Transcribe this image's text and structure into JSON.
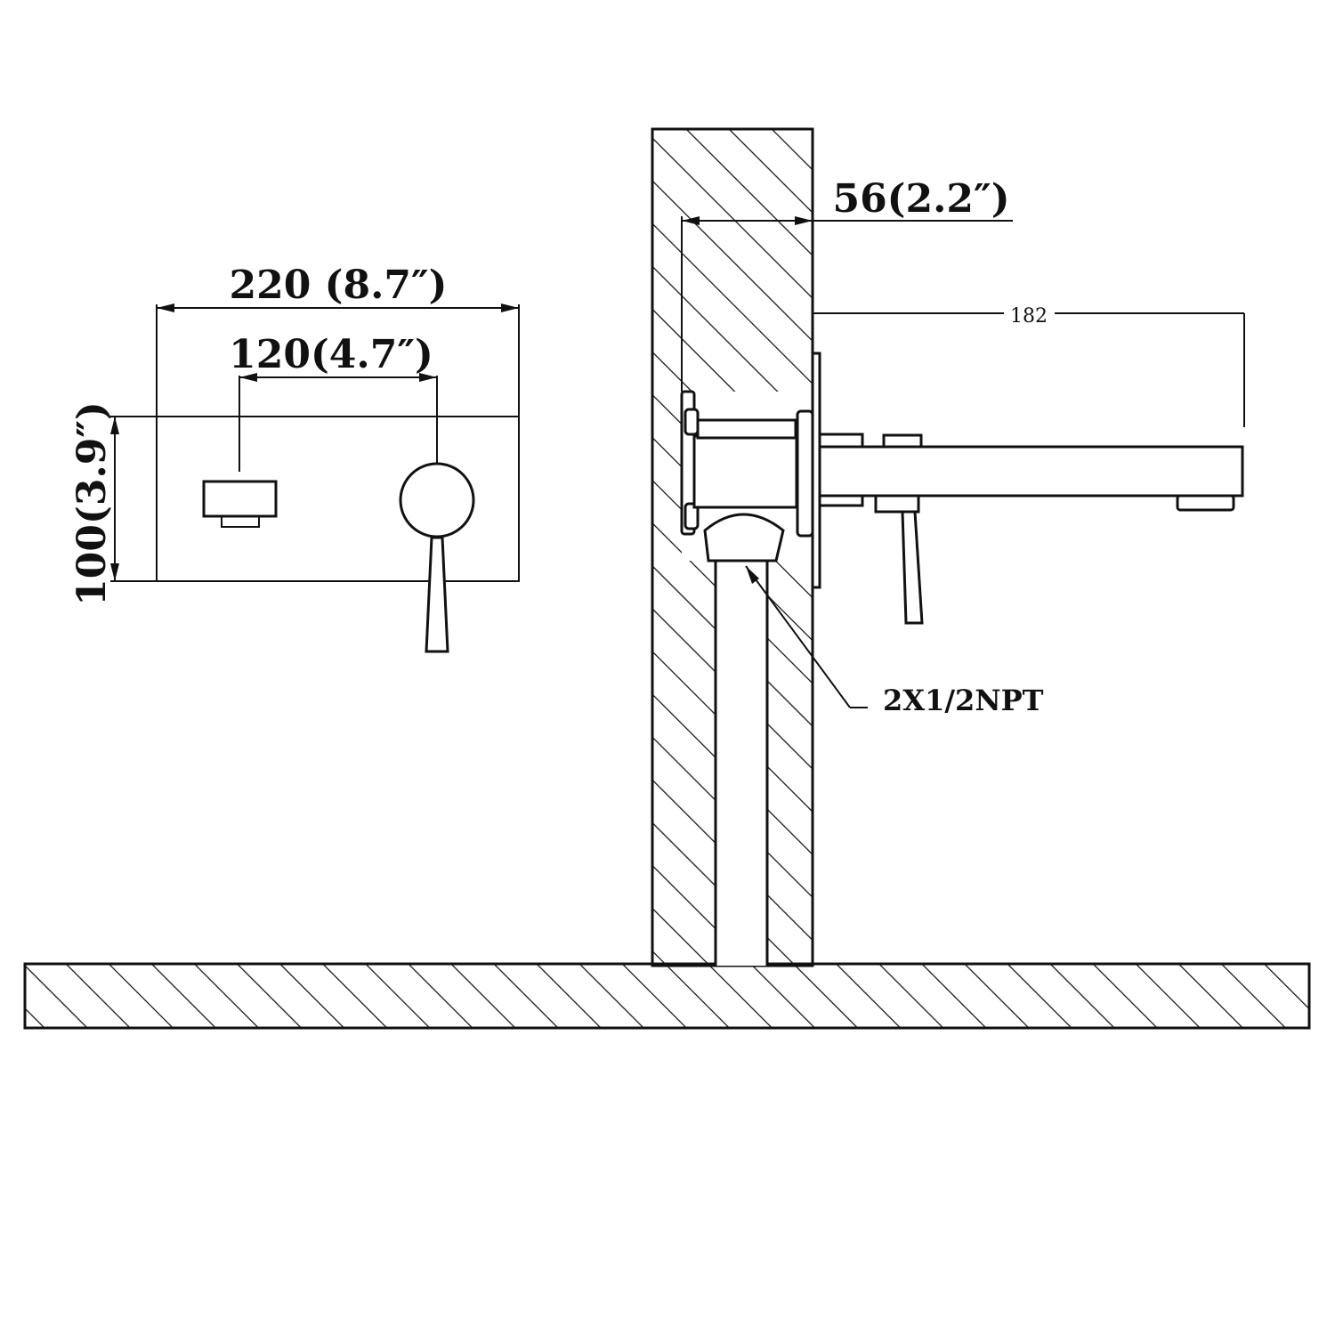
{
  "dimensions": {
    "overall_width": "220 (8.7″)",
    "handle_spacing": "120(4.7″)",
    "plate_height": "100(3.9″)",
    "wall_depth": "56(2.2″)",
    "spout_reach": "182"
  },
  "callout": {
    "connection": "2X1/2NPT"
  }
}
